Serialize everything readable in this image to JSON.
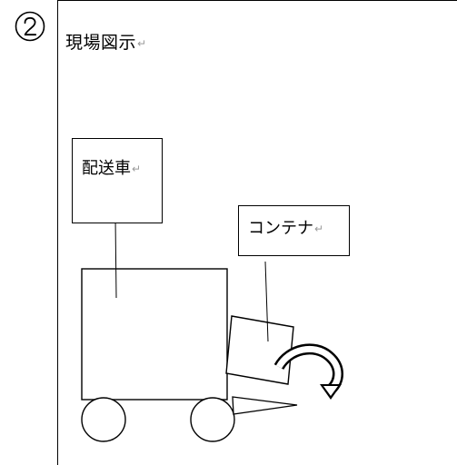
{
  "step_number": "②",
  "title": "現場図示",
  "return_mark": "↵",
  "labels": {
    "truck": "配送車",
    "container": "コンテナ"
  }
}
